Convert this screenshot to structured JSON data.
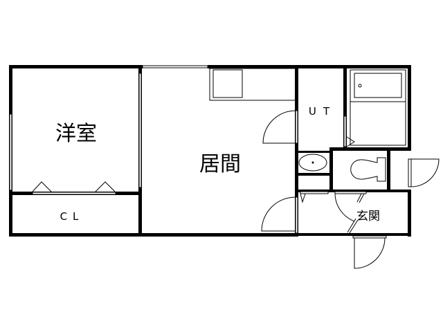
{
  "diagram": {
    "type": "floor-plan",
    "rooms": [
      {
        "id": "western-room",
        "label": "洋室"
      },
      {
        "id": "closet",
        "label": "CL"
      },
      {
        "id": "living-room",
        "label": "居間"
      },
      {
        "id": "utility",
        "label": "UT"
      },
      {
        "id": "entrance",
        "label": "玄関"
      }
    ],
    "colors": {
      "line": "#000000",
      "background": "#ffffff"
    }
  }
}
